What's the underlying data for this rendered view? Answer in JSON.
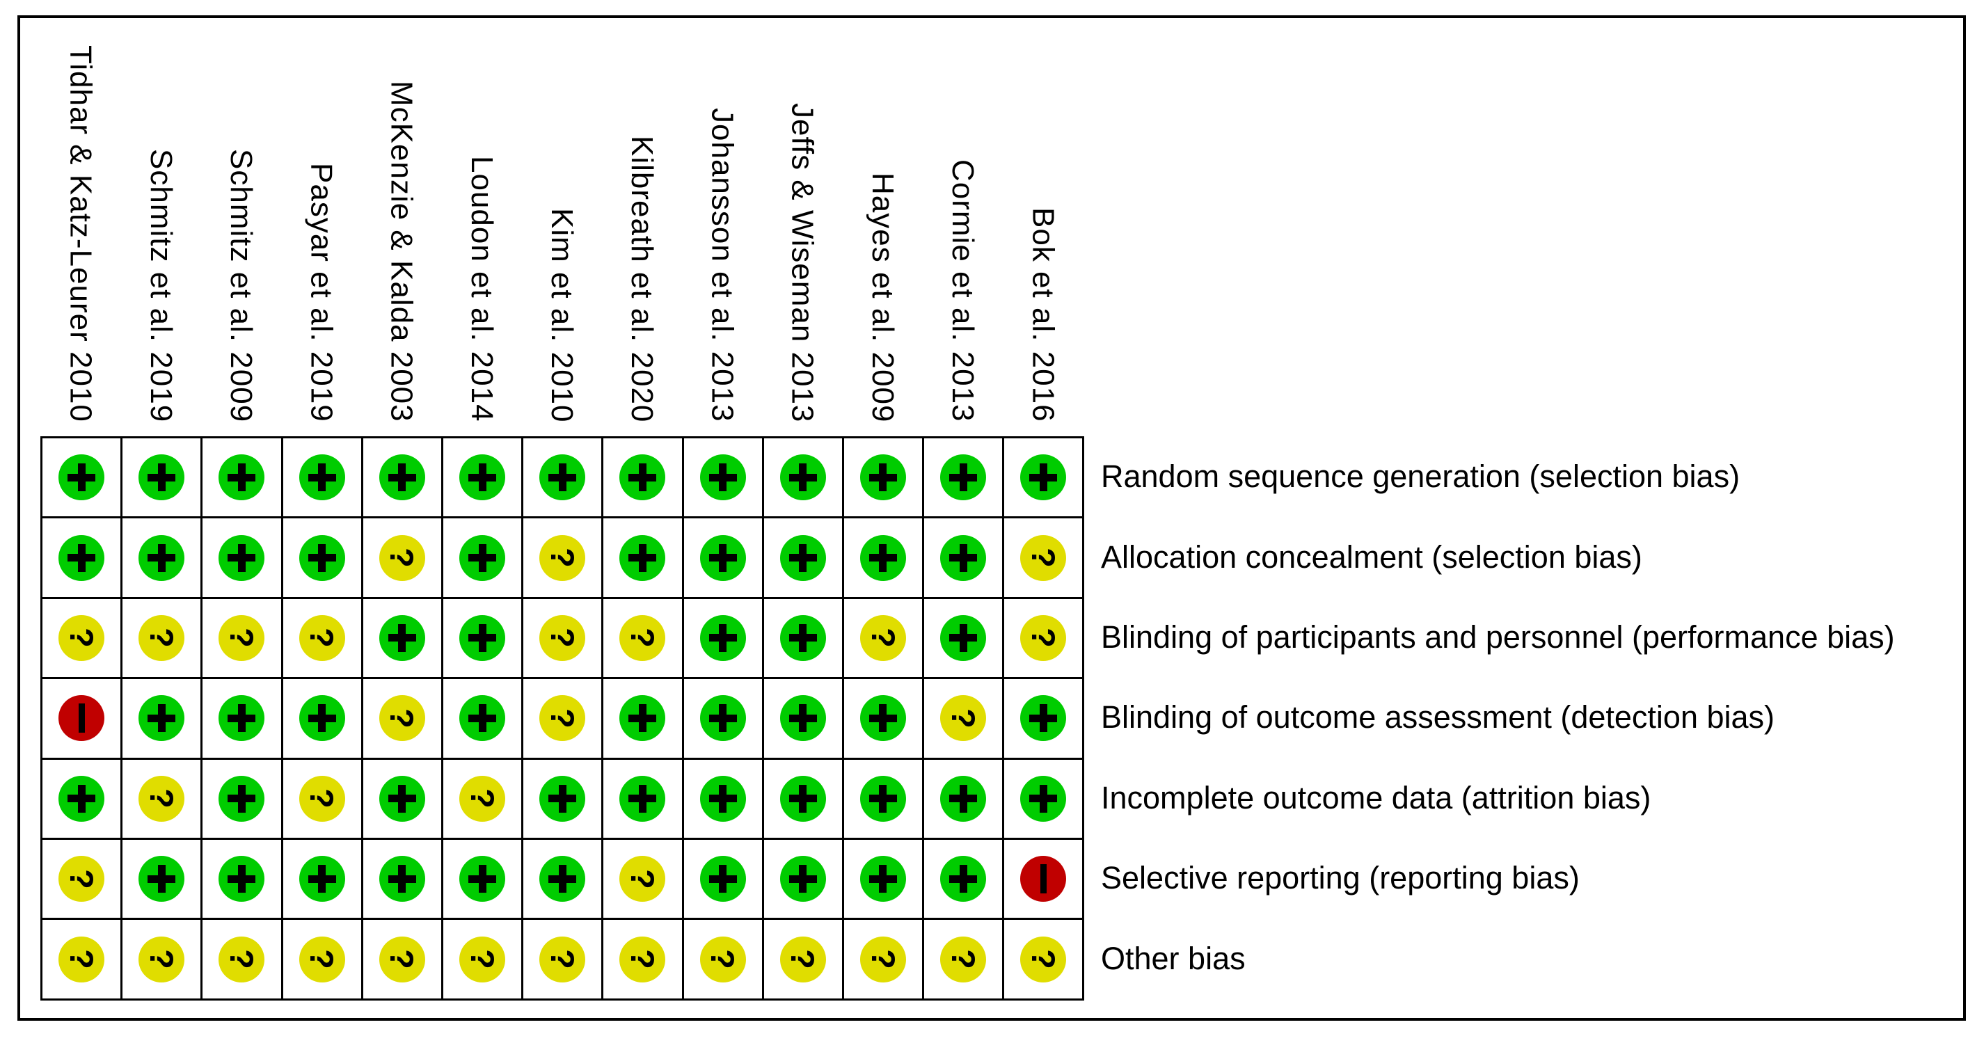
{
  "figure": {
    "kind": "risk-of-bias-summary",
    "studies": [
      "Tidhar & Katz-Leurer 2010",
      "Schmitz et al. 2019",
      "Schmitz et al. 2009",
      "Pasyar et al. 2019",
      "McKenzie & Kalda 2003",
      "Loudon et al. 2014",
      "Kim et al. 2010",
      "Kilbreath et al. 2020",
      "Johansson et al. 2013",
      "Jeffs & Wiseman 2013",
      "Hayes et al. 2009",
      "Cormie et al. 2013",
      "Bok et al. 2016"
    ],
    "domains": [
      "Random sequence generation (selection bias)",
      "Allocation concealment (selection bias)",
      "Blinding of participants and personnel (performance bias)",
      "Blinding of outcome assessment (detection bias)",
      "Incomplete outcome data (attrition bias)",
      "Selective reporting (reporting bias)",
      "Other bias"
    ],
    "judgements": [
      [
        "+",
        "+",
        "+",
        "+",
        "+",
        "+",
        "+",
        "+",
        "+",
        "+",
        "+",
        "+",
        "+"
      ],
      [
        "+",
        "+",
        "+",
        "+",
        "?",
        "+",
        "?",
        "+",
        "+",
        "+",
        "+",
        "+",
        "?"
      ],
      [
        "?",
        "?",
        "?",
        "?",
        "+",
        "+",
        "?",
        "?",
        "+",
        "+",
        "?",
        "+",
        "?"
      ],
      [
        "-",
        "+",
        "+",
        "+",
        "?",
        "+",
        "?",
        "+",
        "+",
        "+",
        "+",
        "?",
        "+"
      ],
      [
        "+",
        "?",
        "+",
        "?",
        "+",
        "?",
        "+",
        "+",
        "+",
        "+",
        "+",
        "+",
        "+"
      ],
      [
        "?",
        "+",
        "+",
        "+",
        "+",
        "+",
        "+",
        "?",
        "+",
        "+",
        "+",
        "+",
        "-"
      ],
      [
        "?",
        "?",
        "?",
        "?",
        "?",
        "?",
        "?",
        "?",
        "?",
        "?",
        "?",
        "?",
        "?"
      ]
    ],
    "symbol_colors": {
      "plus": "#00CC00",
      "question": "#E0DD00",
      "minus": "#C00000"
    }
  },
  "chart_data": {
    "type": "heatmap",
    "title": "Risk of bias summary",
    "columns": [
      "Tidhar & Katz-Leurer 2010",
      "Schmitz et al. 2019",
      "Schmitz et al. 2009",
      "Pasyar et al. 2019",
      "McKenzie & Kalda 2003",
      "Loudon et al. 2014",
      "Kim et al. 2010",
      "Kilbreath et al. 2020",
      "Johansson et al. 2013",
      "Jeffs & Wiseman 2013",
      "Hayes et al. 2009",
      "Cormie et al. 2013",
      "Bok et al. 2016"
    ],
    "rows": [
      "Random sequence generation (selection bias)",
      "Allocation concealment (selection bias)",
      "Blinding of participants and personnel (performance bias)",
      "Blinding of outcome assessment (detection bias)",
      "Incomplete outcome data (attrition bias)",
      "Selective reporting (reporting bias)",
      "Other bias"
    ],
    "values": [
      [
        "+",
        "+",
        "+",
        "+",
        "+",
        "+",
        "+",
        "+",
        "+",
        "+",
        "+",
        "+",
        "+"
      ],
      [
        "+",
        "+",
        "+",
        "+",
        "?",
        "+",
        "?",
        "+",
        "+",
        "+",
        "+",
        "+",
        "?"
      ],
      [
        "?",
        "?",
        "?",
        "?",
        "+",
        "+",
        "?",
        "?",
        "+",
        "+",
        "?",
        "+",
        "?"
      ],
      [
        "-",
        "+",
        "+",
        "+",
        "?",
        "+",
        "?",
        "+",
        "+",
        "+",
        "+",
        "?",
        "+"
      ],
      [
        "+",
        "?",
        "+",
        "?",
        "+",
        "?",
        "+",
        "+",
        "+",
        "+",
        "+",
        "+",
        "+"
      ],
      [
        "?",
        "+",
        "+",
        "+",
        "+",
        "+",
        "+",
        "?",
        "+",
        "+",
        "+",
        "+",
        "-"
      ],
      [
        "?",
        "?",
        "?",
        "?",
        "?",
        "?",
        "?",
        "?",
        "?",
        "?",
        "?",
        "?",
        "?"
      ]
    ],
    "value_colors": {
      "+": "#00CC00",
      "?": "#E0DD00",
      "-": "#C00000"
    },
    "layout": "column headers rotated 90deg on top, row labels at right, grid on"
  }
}
